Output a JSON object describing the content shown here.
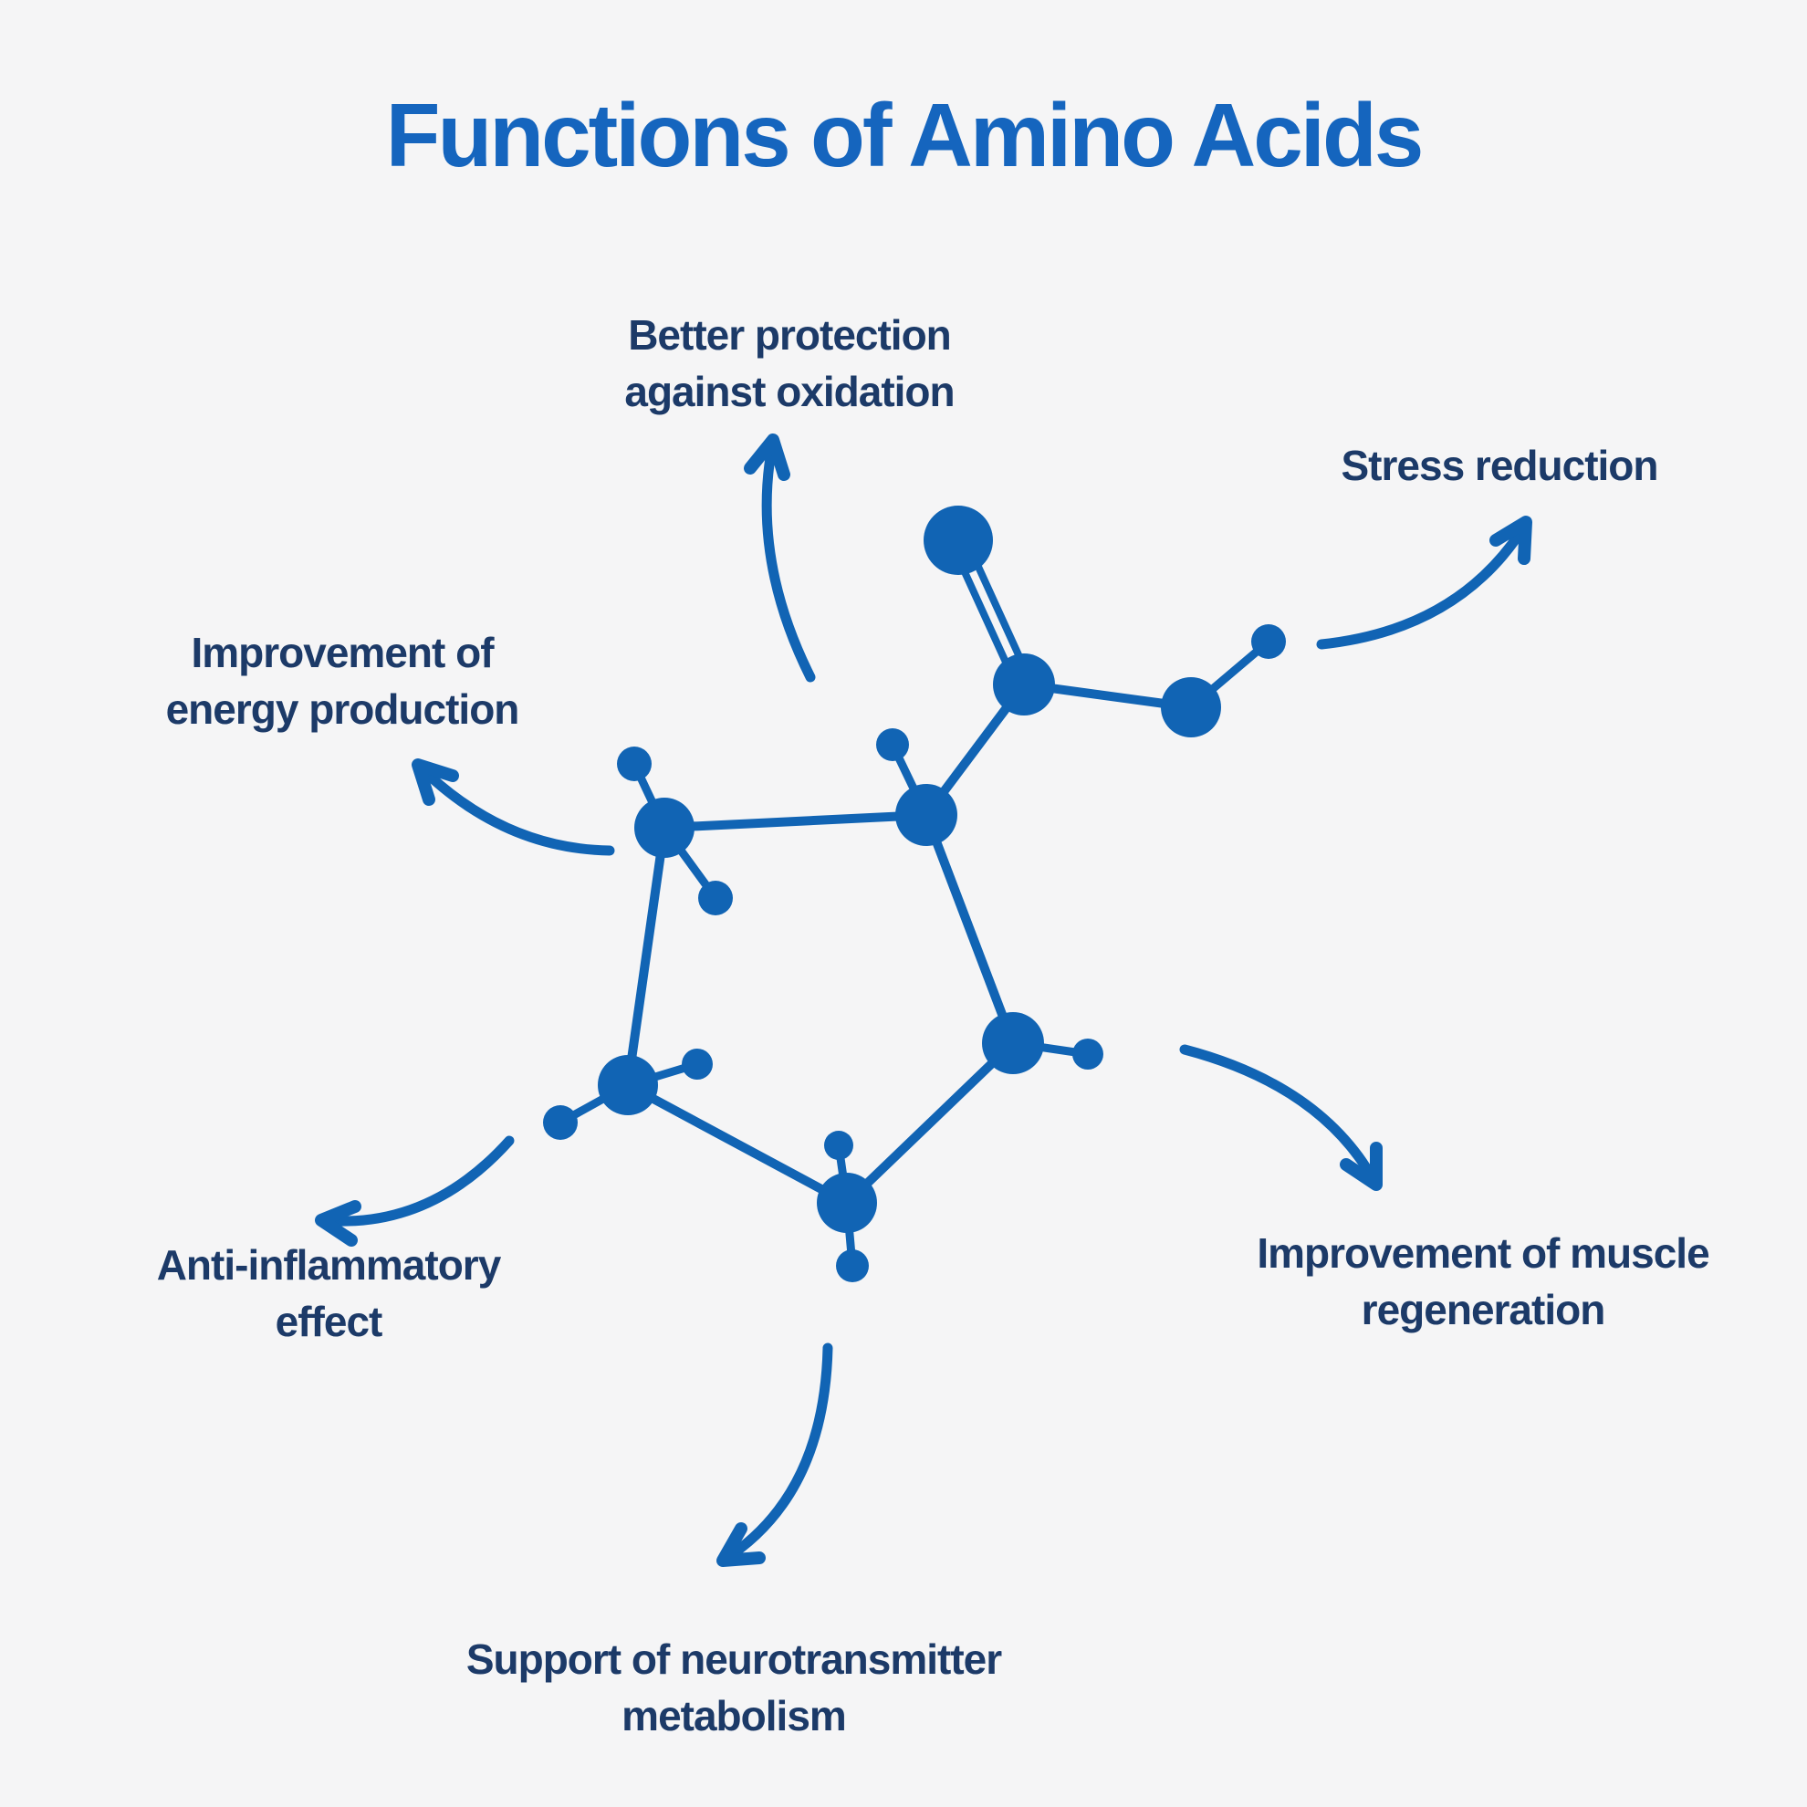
{
  "title": "Functions of Amino Acids",
  "labels": {
    "oxidation": {
      "line1": "Better protection",
      "line2": "against oxidation"
    },
    "stress": {
      "line1": "Stress reduction"
    },
    "energy": {
      "line1": "Improvement of",
      "line2": "energy production"
    },
    "anti_inflammatory": {
      "line1": "Anti-inflammatory",
      "line2": "effect"
    },
    "muscle": {
      "line1": "Improvement of muscle",
      "line2": "regeneration"
    },
    "neuro": {
      "line1": "Support of neurotransmitter",
      "line2": "metabolism"
    }
  },
  "illustration": "amino-acid-molecule-ball-and-stick",
  "colors": {
    "background": "#f5f5f6",
    "accent_blue": "#1164b4",
    "title_blue": "#1565be",
    "text_navy": "#1c3a68"
  }
}
